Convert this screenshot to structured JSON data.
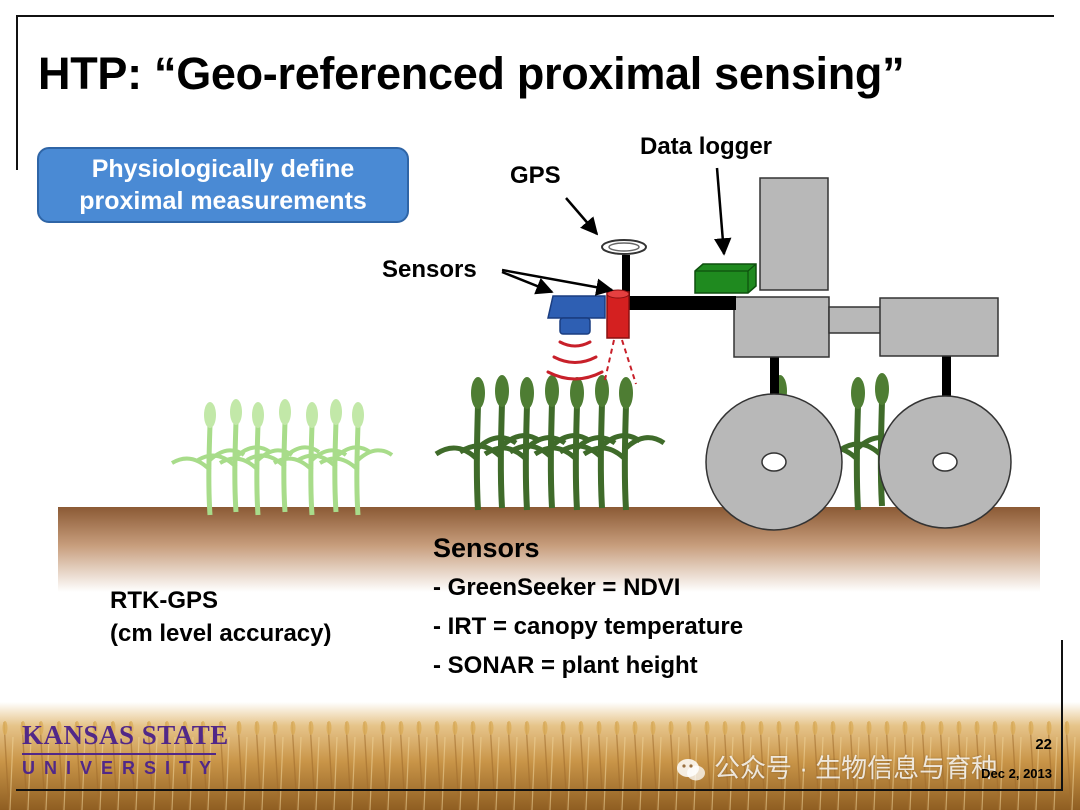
{
  "slide": {
    "title": "HTP: “Geo-referenced proximal sensing”",
    "callout": {
      "line1": "Physiologically define",
      "line2": "proximal measurements"
    },
    "labels": {
      "gps": "GPS",
      "data_logger": "Data logger",
      "sensors": "Sensors"
    },
    "sensors_heading": "Sensors",
    "sensor_list": [
      "- GreenSeeker = NDVI",
      "- IRT = canopy temperature",
      "- SONAR = plant height"
    ],
    "rtk": {
      "line1": "RTK-GPS",
      "line2": "(cm level accuracy)"
    },
    "colors": {
      "callout_fill": "#4a8ad4",
      "soil": "#8b5a35",
      "light_crop": "#a8dc8a",
      "dark_crop": "#3f6b2a",
      "sonar_sensor": "#2e5fb3",
      "irt_sensor": "#d42020",
      "data_logger": "#1f8a1f",
      "vehicle": "#b8b8b8"
    }
  },
  "footer": {
    "logo_line1": "KANSAS STATE",
    "logo_line2": "UNIVERSITY",
    "watermark": "公众号 · 生物信息与育种",
    "page_number": "22",
    "date": "Dec 2, 2013"
  }
}
